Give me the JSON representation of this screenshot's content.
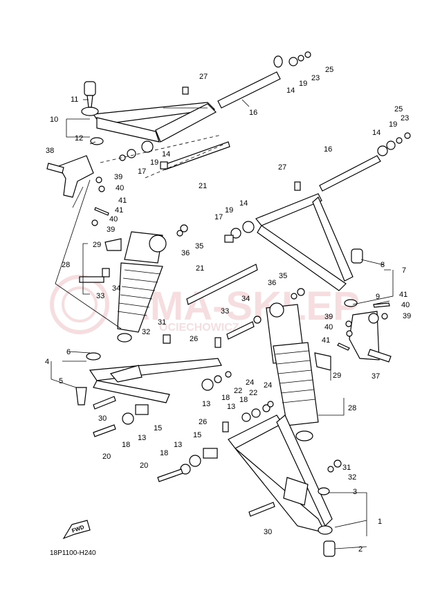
{
  "diagram_code": "18P1100-H240",
  "fwd_label": "FWD",
  "watermark": {
    "main_text": "AMA-SKLEP.",
    "sub_text": "OCIECHOWICZ",
    "color": "#e8a0a8"
  },
  "callouts": [
    "1",
    "2",
    "3",
    "4",
    "5",
    "6",
    "7",
    "8",
    "9",
    "10",
    "11",
    "12",
    "13",
    "14",
    "15",
    "16",
    "17",
    "18",
    "19",
    "20",
    "21",
    "22",
    "23",
    "24",
    "25",
    "26",
    "27",
    "28",
    "29",
    "30",
    "31",
    "32",
    "33",
    "34",
    "35",
    "36",
    "37",
    "38",
    "39",
    "40",
    "41"
  ]
}
